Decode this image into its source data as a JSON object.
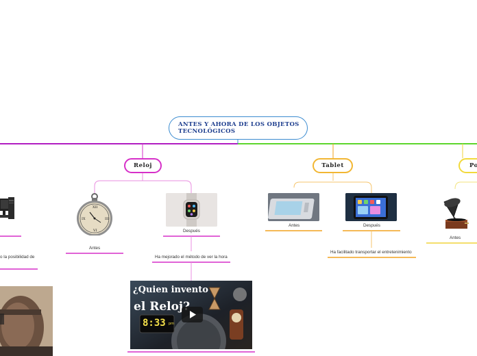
{
  "root": {
    "title_line1": "ANTES Y AHORA DE LOS OBJETOS",
    "title_line2": "TECNOLÓGICOS"
  },
  "branches": [
    {
      "label": "Reloj",
      "color": "#d62fc8"
    },
    {
      "label": "Tablet",
      "color": "#f2b632"
    },
    {
      "label": "Po",
      "color": "#f2d93a"
    }
  ],
  "reloj": {
    "antes_label": "Antes",
    "despues_label": "Después",
    "despues_note": "Ha mejorado el método de ver la hora",
    "video": {
      "title_line1": "¿Quien invento",
      "title_line2": "el Reloj?",
      "clock_time": "8:33",
      "clock_suffix": "pm"
    }
  },
  "tablet": {
    "antes_label": "Antes",
    "despues_label": "Después",
    "despues_note": "Ha facilitado transportar el entretenimiento"
  },
  "left": {
    "partial_label": "o la posibilidad de"
  },
  "po": {
    "antes_label": "Antes"
  },
  "colors": {
    "root_border": "#3a8bd0",
    "root_text": "#1f3f8f",
    "magenta": "#c21fc3",
    "green": "#5cd62b",
    "orange": "#f2a21e",
    "yellow": "#f0d33a"
  },
  "icons": [
    "computer-icon",
    "pocket-watch-icon",
    "smartwatch-icon",
    "old-tablet-icon",
    "ipad-icon",
    "gramophone-icon",
    "play-icon"
  ]
}
